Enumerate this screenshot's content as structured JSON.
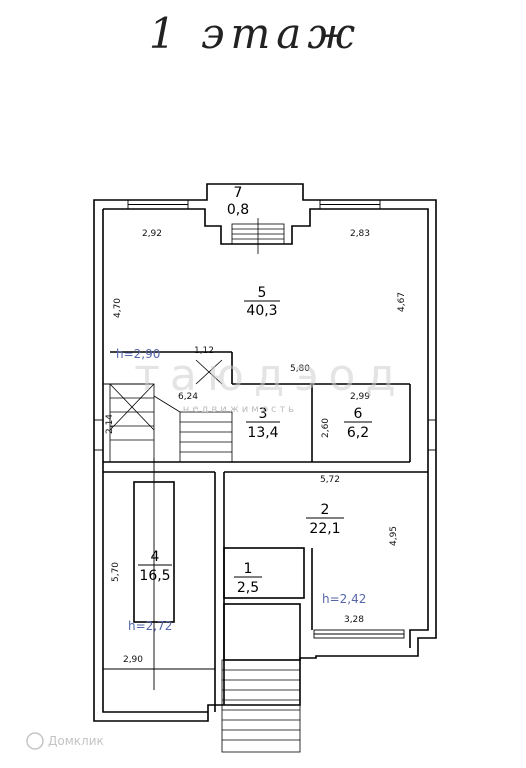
{
  "title": "1 этаж",
  "rooms": [
    {
      "number": "7",
      "area": "0,8"
    },
    {
      "number": "5",
      "area": "40,3"
    },
    {
      "number": "3",
      "area": "13,4"
    },
    {
      "number": "6",
      "area": "6,2"
    },
    {
      "number": "2",
      "area": "22,1"
    },
    {
      "number": "4",
      "area": "16,5"
    },
    {
      "number": "1",
      "area": "2,5"
    }
  ],
  "heights": [
    "h=2,90",
    "h=2,42",
    "h=2,72"
  ],
  "dimensions": {
    "d1": "2,92",
    "d2": "2,83",
    "d3": "4,70",
    "d4": "4,67",
    "d5": "1,12",
    "d6": "5,80",
    "d7": "6,24",
    "d8": "2,99",
    "d9": "2,14",
    "d10": "2,60",
    "d11": "5,72",
    "d12": "4,95",
    "d13": "5,70",
    "d14": "3,28",
    "d15": "2,90"
  },
  "watermark": {
    "main": "таюдэод",
    "sub": "недвижимость",
    "brand": "Домклик"
  },
  "colors": {
    "lines": "#000000",
    "height_labels": "#5566aa",
    "watermark": "#cfcfcf"
  }
}
